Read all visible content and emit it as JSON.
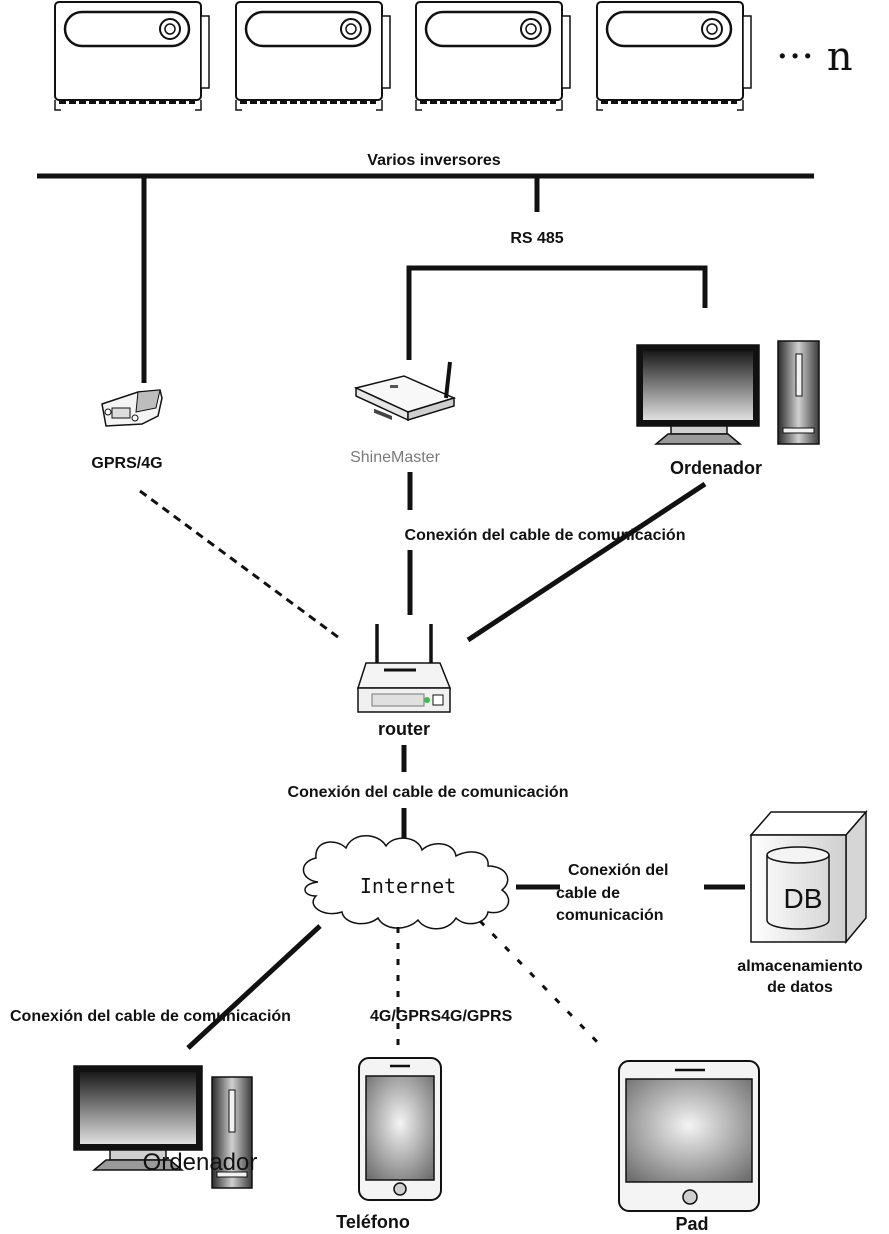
{
  "labels": {
    "bus": "Varios inversores",
    "rs485": "RS 485",
    "inverter_count": "··· n",
    "gprs": "GPRS/4G",
    "shinemaster": "ShineMaster",
    "computer_top": "Ordenador",
    "cable_upper": "Conexión del cable de comunicación",
    "router": "router",
    "cable_middle": "Conexión del cable de comunicación",
    "internet": "Internet",
    "cable_db_1": "Conexión del",
    "cable_db_2": "cable de",
    "cable_db_3": "comunicación",
    "db": "DB",
    "storage_1": "almacenamiento",
    "storage_2": "de datos",
    "cable_lower": "Conexión del cable de comunicación",
    "wireless": "4G/GPRS4G/GPRS",
    "computer_bottom": "Ordenador",
    "phone": "Teléfono",
    "pad": "Pad"
  },
  "inverters": [
    {
      "id": 1
    },
    {
      "id": 2
    },
    {
      "id": 3
    },
    {
      "id": 4
    }
  ],
  "colors": {
    "line": "#111111",
    "screen_dark": "#1e1e1e",
    "screen_light": "#d9d9d9",
    "led": "#36c24a"
  }
}
